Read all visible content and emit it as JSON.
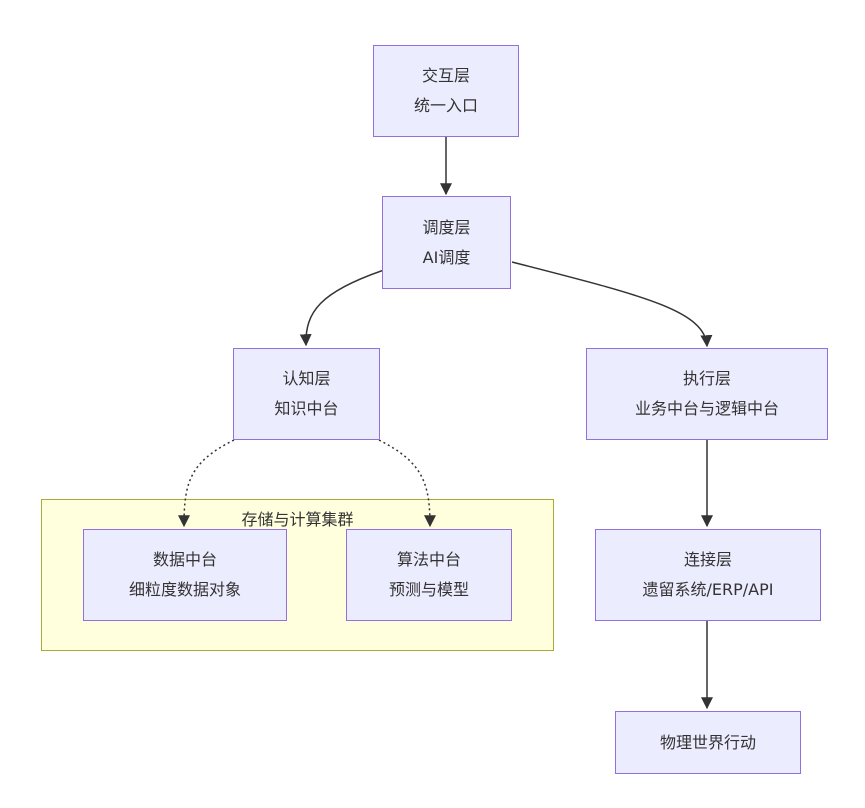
{
  "diagram": {
    "nodes": {
      "interaction": {
        "line1": "交互层",
        "line2": "统一入口"
      },
      "scheduling": {
        "line1": "调度层",
        "line2": "AI调度"
      },
      "cognition": {
        "line1": "认知层",
        "line2": "知识中台"
      },
      "execution": {
        "line1": "执行层",
        "line2": "业务中台与逻辑中台"
      },
      "data_platform": {
        "line1": "数据中台",
        "line2": "细粒度数据对象"
      },
      "algorithm_platform": {
        "line1": "算法中台",
        "line2": "预测与模型"
      },
      "connection": {
        "line1": "连接层",
        "line2": "遗留系统/ERP/API"
      },
      "physical": {
        "line1": "物理世界行动"
      }
    },
    "cluster": {
      "title": "存储与计算集群"
    },
    "edges": [
      {
        "from": "interaction",
        "to": "scheduling",
        "style": "solid"
      },
      {
        "from": "scheduling",
        "to": "cognition",
        "style": "solid"
      },
      {
        "from": "scheduling",
        "to": "execution",
        "style": "solid"
      },
      {
        "from": "cognition",
        "to": "data_platform",
        "style": "dotted"
      },
      {
        "from": "cognition",
        "to": "algorithm_platform",
        "style": "dotted"
      },
      {
        "from": "execution",
        "to": "connection",
        "style": "solid"
      },
      {
        "from": "connection",
        "to": "physical",
        "style": "solid"
      }
    ],
    "colors": {
      "node_fill": "#ececff",
      "node_border": "#9370db",
      "cluster_fill": "#ffffde",
      "cluster_border": "#aaaa33",
      "edge": "#333333",
      "text": "#333333"
    }
  }
}
